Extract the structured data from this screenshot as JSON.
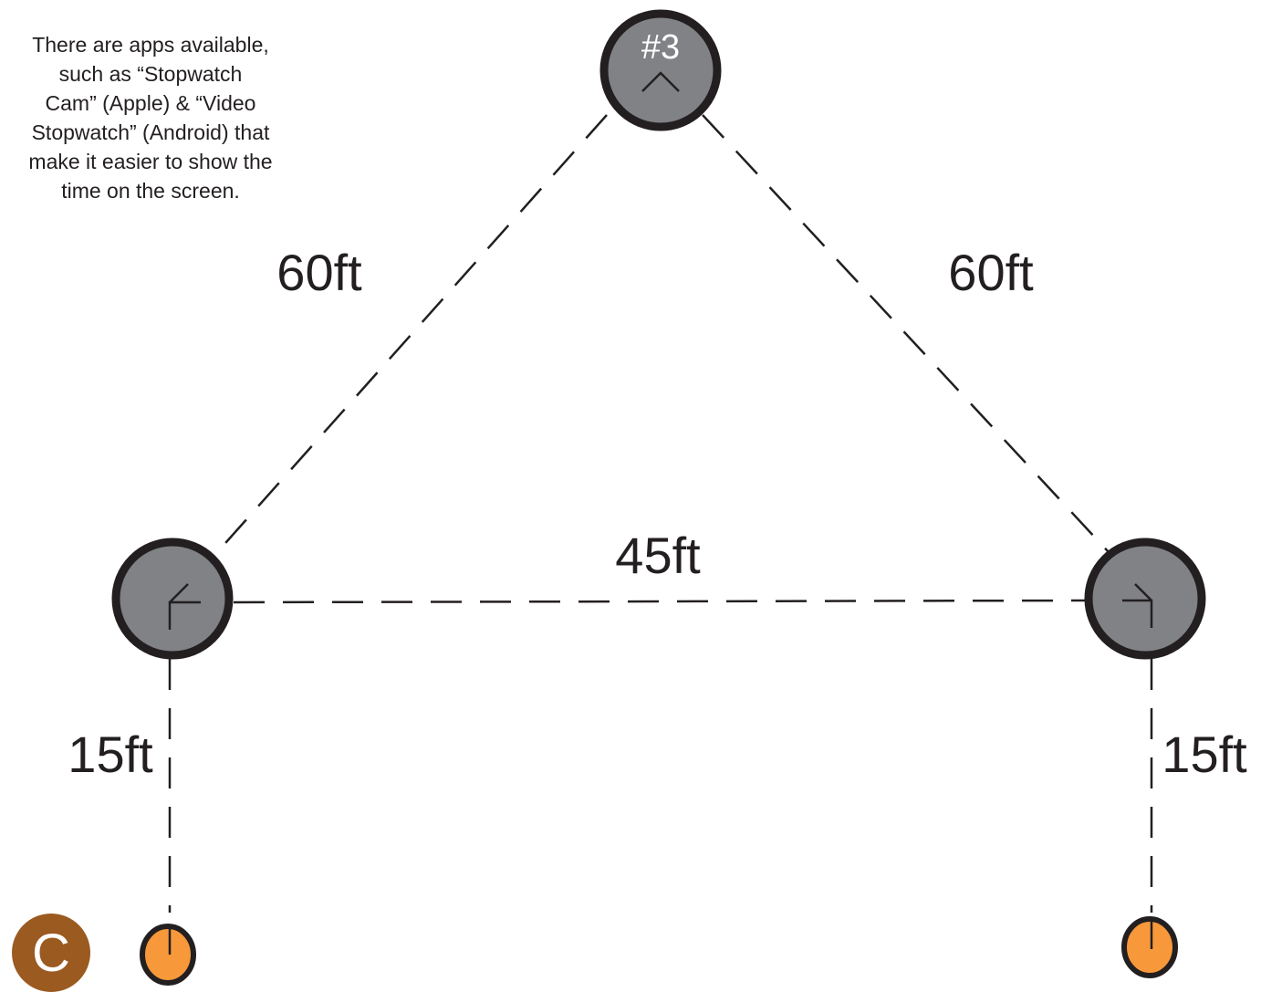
{
  "note": {
    "lines": [
      "There are apps available,",
      "such as “Stopwatch",
      "Cam” (Apple) & “Video",
      "Stopwatch” (Android) that",
      "make it easier to show the",
      "time on the screen."
    ]
  },
  "distances": {
    "left_side": "60ft",
    "right_side": "60ft",
    "base": "45ft",
    "left_leg": "15ft",
    "right_leg": "15ft"
  },
  "stations": {
    "top_label": "#3",
    "corner_badge": "C"
  },
  "colors": {
    "station_fill": "#808285",
    "station_ring": "#231f20",
    "cone_fill": "#f7983a",
    "badge_fill": "#9b5a20",
    "line": "#231f20",
    "text": "#231f20",
    "label_on_station": "#ffffff"
  },
  "icons": {
    "top_station_mark": "chevron-up-icon",
    "left_station_mark": "corner-angle-icon",
    "right_station_mark": "corner-angle-icon",
    "cone_mark": "tick-icon"
  }
}
